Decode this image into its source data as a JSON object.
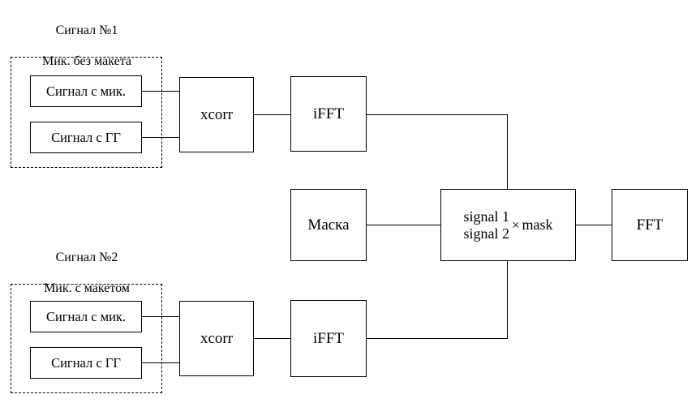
{
  "diagram": {
    "title": "Signal processing block diagram",
    "colors": {
      "stroke": "#000000",
      "background": "#ffffff",
      "text": "#000000"
    },
    "groups": [
      {
        "id": "group-signal-1",
        "caption": "Сигнал №1\nМик. без макета",
        "caption_line1": "Сигнал №1",
        "caption_line2": "Мик. без макета",
        "style": "dashed"
      },
      {
        "id": "group-signal-2",
        "caption": "Сигнал №2\nМик. с макетом",
        "caption_line1": "Сигнал №2",
        "caption_line2": "Мик. с макетом",
        "style": "dashed"
      }
    ],
    "nodes": {
      "mic_1": "Сигнал с мик.",
      "speaker_1": "Сигнал с ГГ",
      "xcorr_1": "xcorr",
      "ifft_1": "iFFT",
      "mic_2": "Сигнал с мик.",
      "speaker_2": "Сигнал с ГГ",
      "xcorr_2": "xcorr",
      "ifft_2": "iFFT",
      "mask": "Маска",
      "combine_numerator": "signal 1",
      "combine_denominator": "signal 2",
      "combine_operator": "×",
      "combine_operand": "mask",
      "fft": "FFT"
    }
  }
}
